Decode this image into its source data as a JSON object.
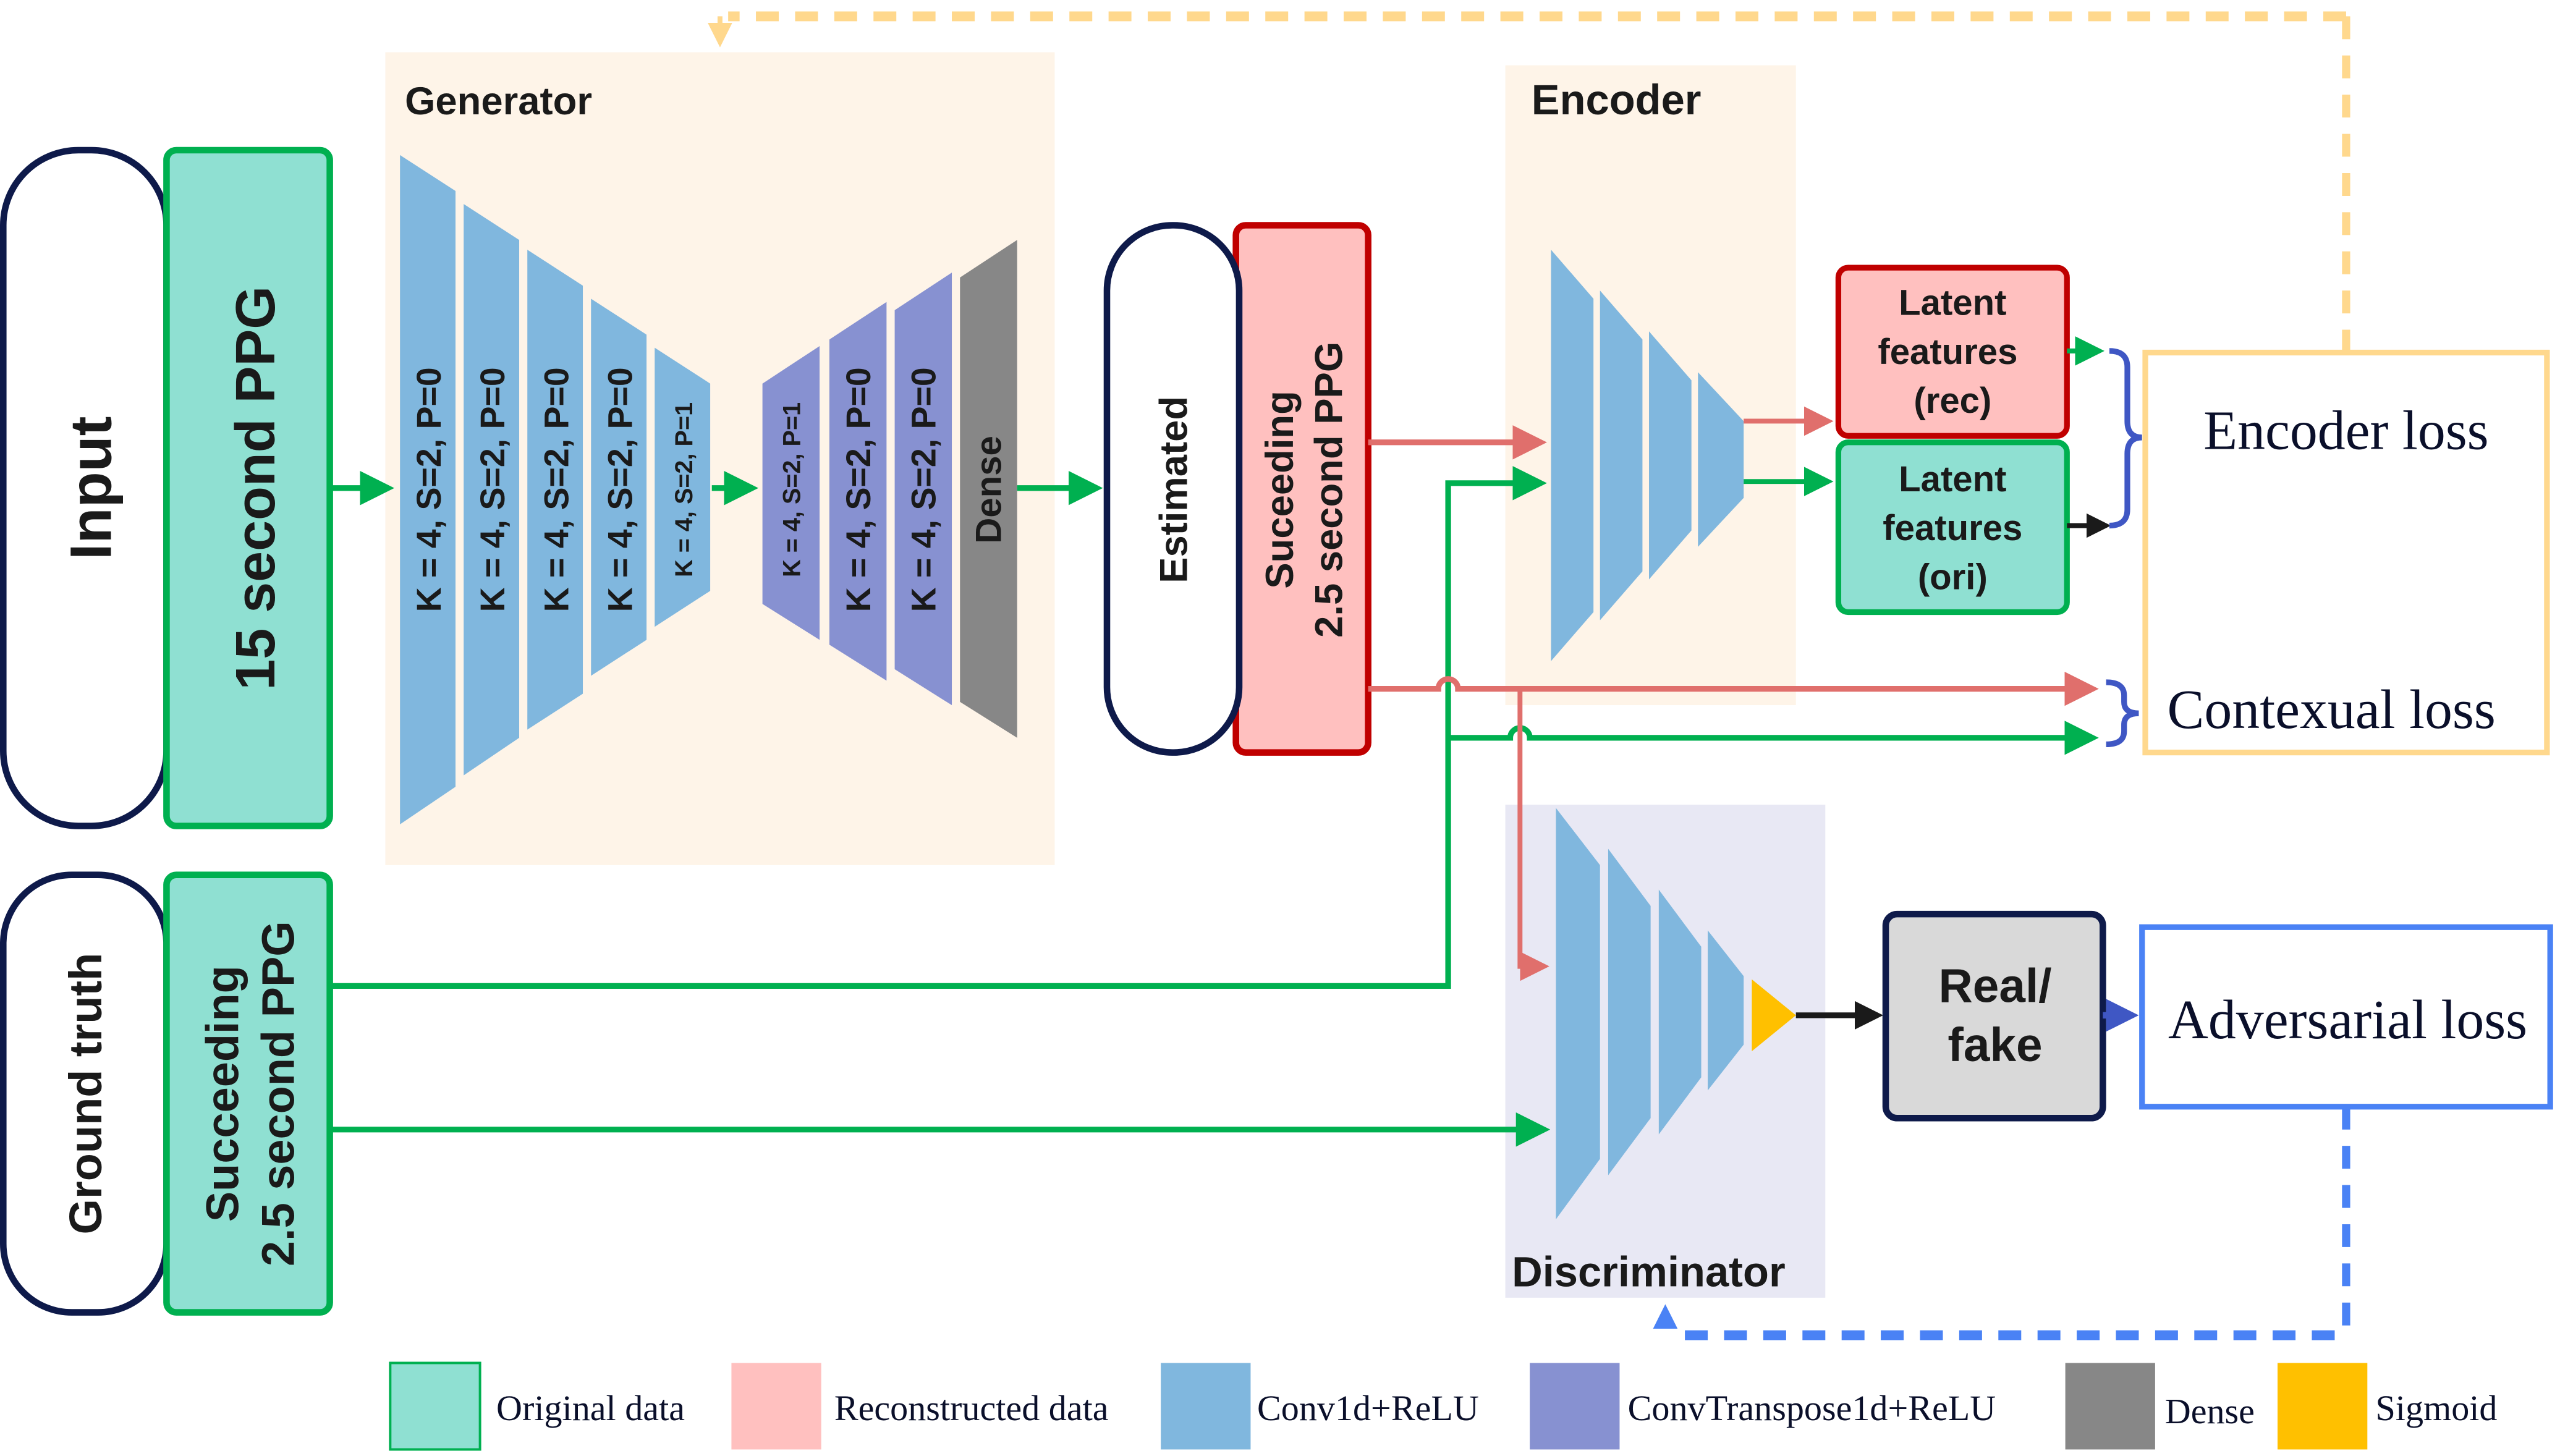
{
  "colors": {
    "original_fill": "#8fe0d2",
    "original_stroke": "#00b050",
    "reconstructed_fill": "#ffc0bf",
    "reconstructed_stroke": "#c00000",
    "conv": "#80b7de",
    "convtranspose": "#8791d1",
    "dense": "#878787",
    "sigmoid": "#ffc000",
    "panel_generator": "#fef4e8",
    "panel_discriminator": "#e8e8f4",
    "arrow_green": "#00b050",
    "arrow_red": "#e06f6c",
    "arrow_black": "#1a1a1a",
    "brace_blue": "#3f57c4",
    "encoder_loss_border": "#ffd88d",
    "adversarial_loss_border": "#4a82f5",
    "realfake_fill": "#d9d9d9",
    "navy": "#0e1a4a"
  },
  "inputs": {
    "input_label": "Input",
    "input_data": "15 second PPG",
    "ground_truth_label": "Ground truth",
    "ground_truth_line1": "Succeeding",
    "ground_truth_line2": "2.5 second PPG"
  },
  "generator": {
    "title": "Generator",
    "conv_layers": [
      "K = 4, S=2, P=0",
      "K = 4, S=2, P=0",
      "K = 4, S=2, P=0",
      "K = 4, S=2, P=0",
      "K = 4, S=2, P=1"
    ],
    "convtranspose_layers": [
      "K = 4, S=2, P=1",
      "K = 4, S=2, P=0",
      "K = 4, S=2, P=0"
    ],
    "dense_label": "Dense"
  },
  "estimated": {
    "label": "Estimated",
    "line1": "Suceeding",
    "line2": "2.5 second PPG"
  },
  "encoder": {
    "title": "Encoder",
    "latent_rec": [
      "Latent",
      "features",
      "(rec)"
    ],
    "latent_ori": [
      "Latent",
      "features",
      "(ori)"
    ]
  },
  "losses": {
    "encoder_loss": "Encoder loss",
    "contextual_loss": "Contexual loss",
    "adversarial_loss": "Adversarial loss"
  },
  "discriminator": {
    "title": "Discriminator",
    "output_line1": "Real/",
    "output_line2": "fake"
  },
  "legend": [
    {
      "label": "Original data",
      "swatch": "original"
    },
    {
      "label": "Reconstructed data",
      "swatch": "reconstructed"
    },
    {
      "label": "Conv1d+ReLU",
      "swatch": "conv"
    },
    {
      "label": "ConvTranspose1d+ReLU",
      "swatch": "convtranspose"
    },
    {
      "label": "Dense",
      "swatch": "dense"
    },
    {
      "label": "Sigmoid",
      "swatch": "sigmoid"
    }
  ]
}
